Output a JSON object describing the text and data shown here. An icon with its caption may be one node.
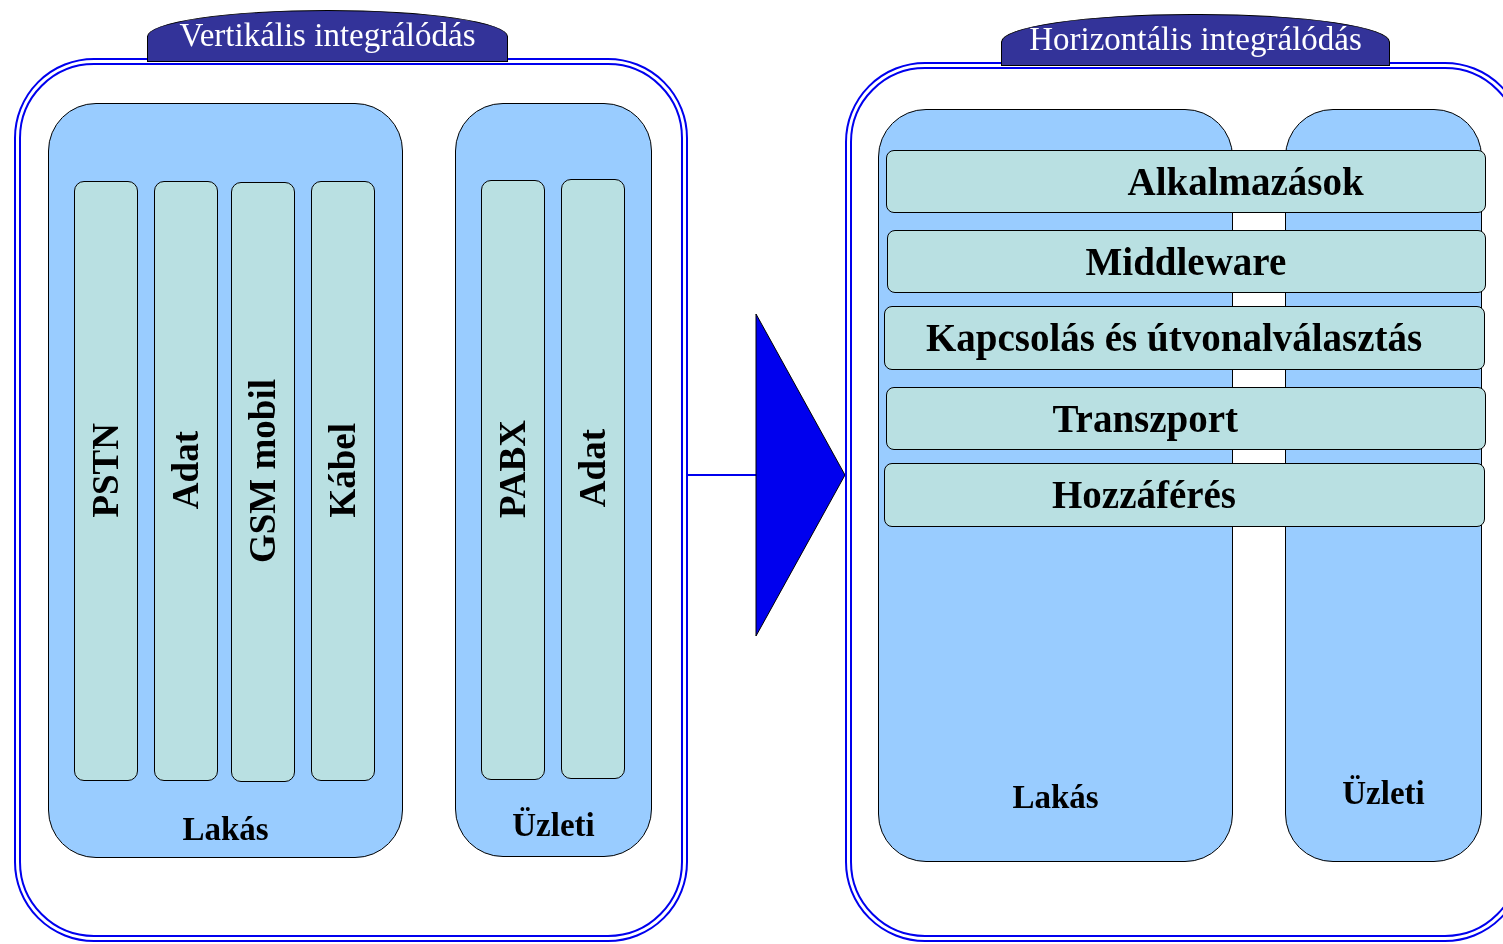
{
  "diagram": {
    "nodes": [
      {
        "text": [
          "Vertikális integrálódás"
        ]
      },
      {
        "text": [
          "Lakás"
        ],
        "in": 0
      },
      {
        "text": [
          "PSTN"
        ],
        "in": 1
      },
      {
        "text": [
          "Adat"
        ],
        "in": 1
      },
      {
        "text": [
          "GSM mobil"
        ],
        "in": 1
      },
      {
        "text": [
          "Kábel"
        ],
        "in": 1
      },
      {
        "text": [
          "Üzleti"
        ],
        "in": 0
      },
      {
        "text": [
          "PABX"
        ],
        "in": 6
      },
      {
        "text": [
          "Adat"
        ],
        "in": 6
      },
      {
        "text": [
          "Horizontális integrálódás"
        ]
      },
      {
        "text": [
          "Lakás"
        ],
        "in": 9
      },
      {
        "text": [
          "Üzleti"
        ],
        "in": 9
      },
      {
        "text": [
          "Alkalmazások"
        ],
        "in": 9
      },
      {
        "text": [
          "Middleware"
        ],
        "in": 9
      },
      {
        "text": [
          "Kapcsolás és útvonalválasztás"
        ],
        "in": 9
      },
      {
        "text": [
          "Transzport"
        ],
        "in": 9
      },
      {
        "text": [
          "Hozzáférés"
        ],
        "in": 9
      }
    ],
    "edges": [
      {
        "from": 0,
        "to": 9,
        "arrow": "to"
      }
    ]
  }
}
